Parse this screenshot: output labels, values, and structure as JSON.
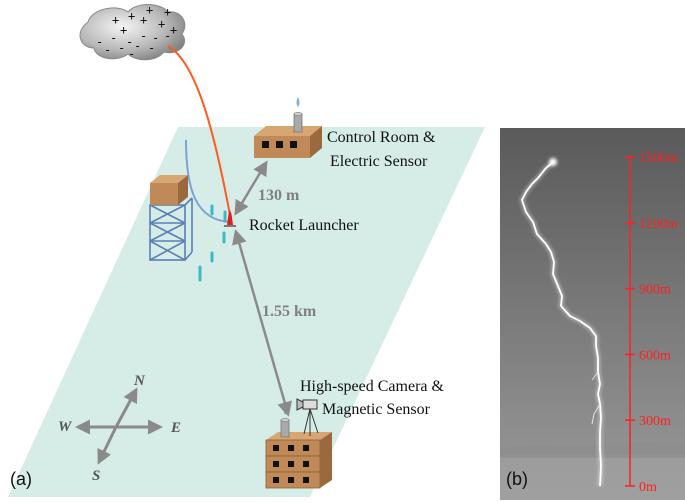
{
  "labels": {
    "control_room_line1": "Control Room &",
    "control_room_line2": "Electric Sensor",
    "rocket_launcher": "Rocket Launcher",
    "camera_line1": "High-speed Camera &",
    "camera_line2": "Magnetic Sensor",
    "distance_control": "130 m",
    "distance_camera": "1.55 km",
    "panel_a": "(a)",
    "panel_b": "(b)"
  },
  "compass": {
    "north": "N",
    "south": "S",
    "east": "E",
    "west": "W"
  },
  "cloud_charges": {
    "positive": [
      "+",
      "+",
      "+",
      "+",
      "+",
      "+",
      "+",
      "+"
    ],
    "negative": [
      "-",
      "-",
      "-",
      "-",
      "-",
      "-",
      "-",
      "-",
      "-",
      "-",
      "-"
    ]
  },
  "scale_marks": [
    {
      "value": 1500,
      "label": "1500m"
    },
    {
      "value": 1200,
      "label": "1200m"
    },
    {
      "value": 900,
      "label": "900m"
    },
    {
      "value": 600,
      "label": "600m"
    },
    {
      "value": 300,
      "label": "300m"
    },
    {
      "value": 0,
      "label": "0m"
    }
  ],
  "colors": {
    "ground": "#d6ede7",
    "building_front": "#bf8a58",
    "building_top": "#d8a672",
    "tower": "#5b7fb8",
    "wire_rocket": "#ff5a1f",
    "wire_tower": "#7da2d6",
    "arrow": "#8a8a8a",
    "scale": "#ff2020",
    "photo_bg": "#6e6e6e"
  }
}
